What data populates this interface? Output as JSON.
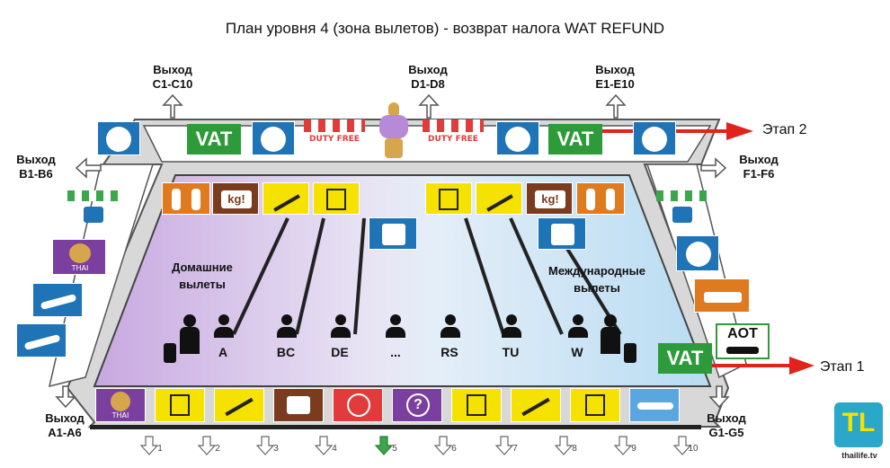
{
  "title": "План уровня 4 (зона вылетов)  - возврат налога WAT REFUND",
  "exits": {
    "c": {
      "label": "Выход",
      "gates": "C1-C10"
    },
    "d": {
      "label": "Выход",
      "gates": "D1-D8"
    },
    "e": {
      "label": "Выход",
      "gates": "E1-E10"
    },
    "b": {
      "label": "Выход",
      "gates": "B1-B6"
    },
    "f": {
      "label": "Выход",
      "gates": "F1-F6"
    },
    "a": {
      "label": "Выход",
      "gates": "A1-A6"
    },
    "g": {
      "label": "Выход",
      "gates": "G1-G5"
    }
  },
  "stages": {
    "stage2": "Этап 2",
    "stage1": "Этап 1"
  },
  "zones": {
    "domestic_line1": "Домашние",
    "domestic_line2": "вылеты",
    "international_line1": "Международные",
    "international_line2": "вылеты"
  },
  "counters": [
    "A",
    "BC",
    "DE",
    "...",
    "RS",
    "TU",
    "W"
  ],
  "signs": {
    "vat": "VAT",
    "duty_free": "DUTY FREE",
    "kg": "kg!",
    "aot": "AOT",
    "thai": "THAI"
  },
  "bottom_gates": [
    "1",
    "2",
    "3",
    "4",
    "5",
    "6",
    "7",
    "8",
    "9",
    "10"
  ],
  "logo": {
    "letters": "TL",
    "site": "thailife.tv"
  },
  "colors": {
    "vat_green": "#2e9b3a",
    "arrow_red": "#e0241b",
    "sign_blue": "#1f73b7",
    "sign_yellow": "#f5e200",
    "sign_orange": "#e07a1f",
    "sign_brown": "#7a3b1e",
    "sign_red": "#e23b3b",
    "sign_purple": "#7b3fa0",
    "gate5_green": "#3aa84a"
  }
}
